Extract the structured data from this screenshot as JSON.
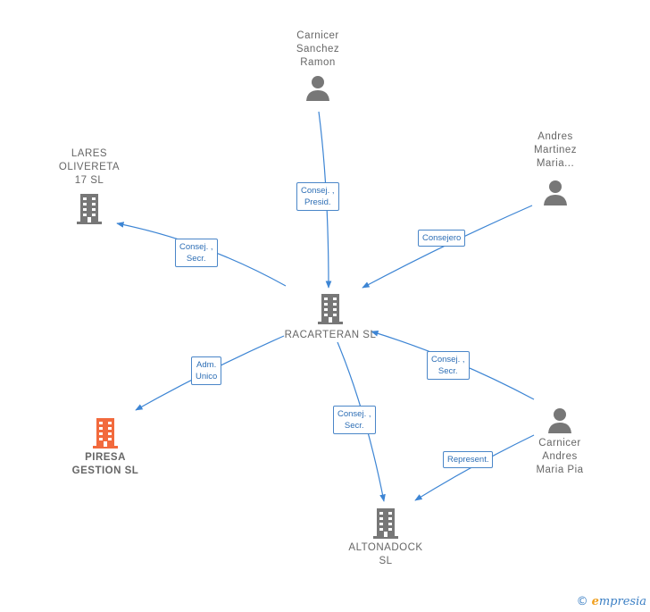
{
  "colors": {
    "edge": "#3d85d4",
    "icon": "#777777",
    "focus_icon": "#f26a3d",
    "label_border": "#4a86c8"
  },
  "nodes": {
    "carnicer_sanchez": {
      "label": "Carnicer\nSanchez\nRamon",
      "icon": "person-icon"
    },
    "andres_martinez": {
      "label": "Andres\nMartinez\nMaria...",
      "icon": "person-icon"
    },
    "lares": {
      "label": "LARES\nOLIVERETA\n17  SL",
      "icon": "building-icon"
    },
    "racarteran": {
      "label": "RACARTERAN SL",
      "icon": "building-icon"
    },
    "piresa": {
      "label": "PIRESA\nGESTION  SL",
      "icon": "building-icon"
    },
    "carnicer_andres": {
      "label": "Carnicer\nAndres\nMaria Pia",
      "icon": "person-icon"
    },
    "altonadock": {
      "label": "ALTONADOCK\nSL",
      "icon": "building-icon"
    }
  },
  "relations": {
    "r1": "Consej. ,\nPresid.",
    "r2": "Consejero",
    "r3": "Consej. ,\nSecr.",
    "r4": "Adm.\nUnico",
    "r5": "Consej. ,\nSecr.",
    "r6": "Consej. ,\nSecr.",
    "r7": "Represent."
  },
  "footer": {
    "copyright": "©",
    "brand_initial": "e",
    "brand_rest": "mpresia"
  }
}
